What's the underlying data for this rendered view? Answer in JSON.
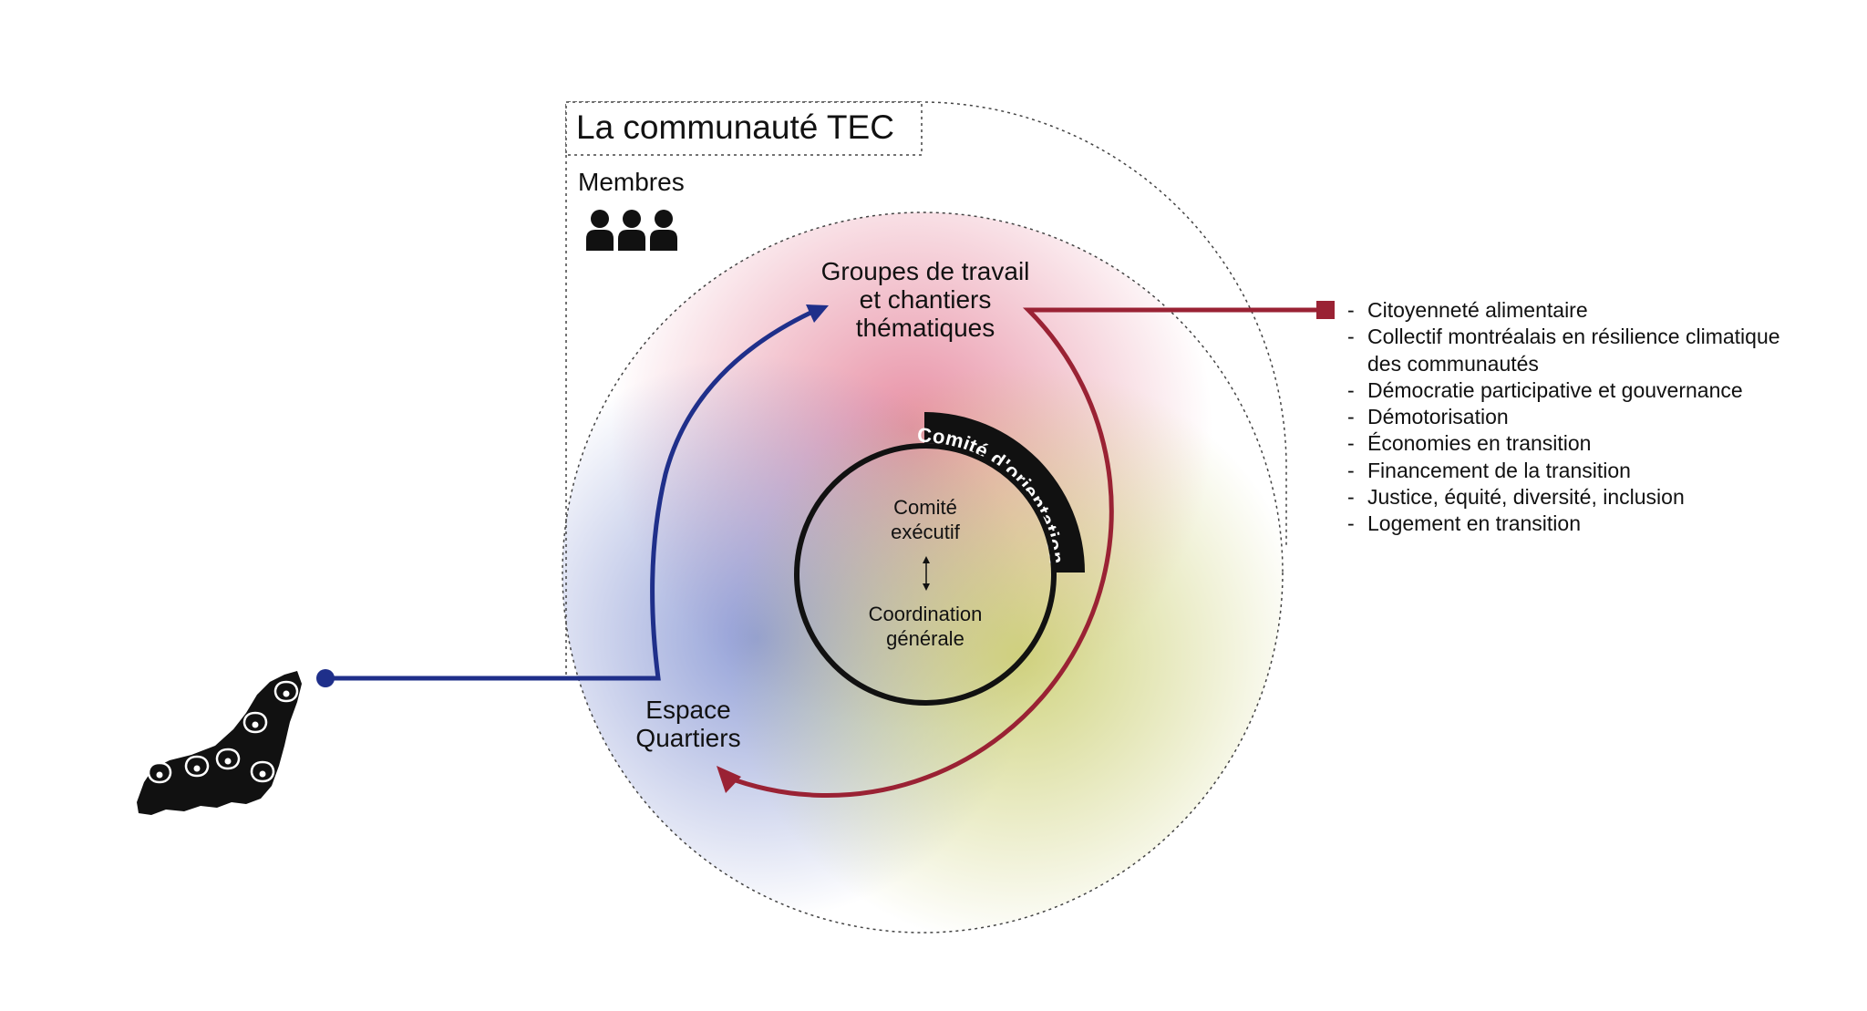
{
  "title": "La communauté TEC",
  "membres": "Membres",
  "groupes": {
    "line1": "Groupes de travail",
    "line2": "et chantiers",
    "line3": "thématiques"
  },
  "espace": {
    "line1": "Espace",
    "line2": "Quartiers"
  },
  "comite_orientation": "Comité d'orientation",
  "comite_executif": {
    "line1": "Comité",
    "line2": "exécutif"
  },
  "coordination": {
    "line1": "Coordination",
    "line2": "générale"
  },
  "chantiers": [
    "Citoyenneté alimentaire",
    "Collectif montréalais en résilience climatique",
    "des communautés",
    "Démocratie participative et gouvernance",
    "Démotorisation",
    "Économies en transition",
    "Financement de la transition",
    "Justice, équité, diversité, inclusion",
    "Logement en transition"
  ],
  "colors": {
    "blue": "#1f2f8a",
    "red": "#9a2234",
    "black": "#111111"
  },
  "icons": [
    "members-icon",
    "map-pin-icon",
    "island-map-icon"
  ]
}
